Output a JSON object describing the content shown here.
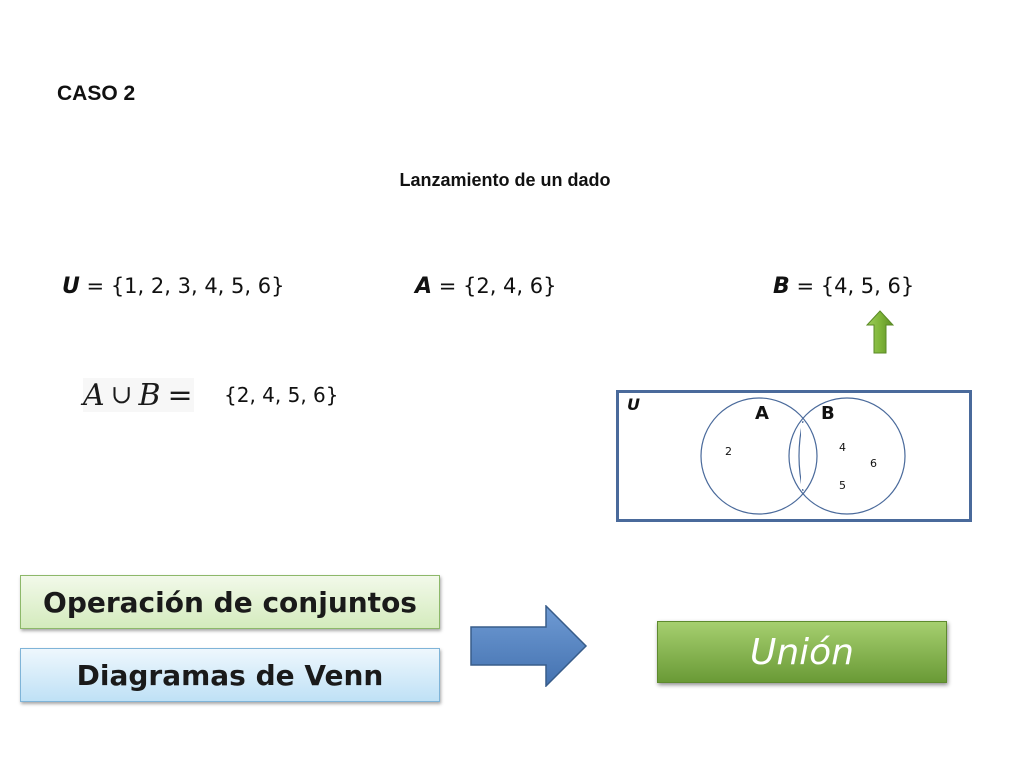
{
  "case_title": "CASO 2",
  "subtitle": "Lanzamiento de un dado",
  "sets": {
    "u": {
      "symbol": "U",
      "rest": " = {1, 2, 3, 4, 5, 6}"
    },
    "a": {
      "symbol": "A",
      "rest": " = {2, 4, 6}"
    },
    "b": {
      "symbol": "B",
      "rest": " = {4, 5, 6}"
    }
  },
  "formula": {
    "left": "A",
    "op": "∪",
    "right": "B",
    "eq": "="
  },
  "result": "{2, 4, 5, 6}",
  "venn": {
    "universe_label": "U",
    "set_a_label": "A",
    "set_b_label": "B",
    "values": {
      "a_only": "2",
      "both": "4",
      "b_mid": "6",
      "b_low": "5"
    }
  },
  "boxes": {
    "operation": "Operación de conjuntos",
    "venn": "Diagramas de Venn",
    "union": "Unión"
  },
  "colors": {
    "venn_border": "#4a6a9b",
    "arrow_blue": "#4f81bd",
    "arrow_green": "#7fb539",
    "union_green": "#7fb539"
  }
}
